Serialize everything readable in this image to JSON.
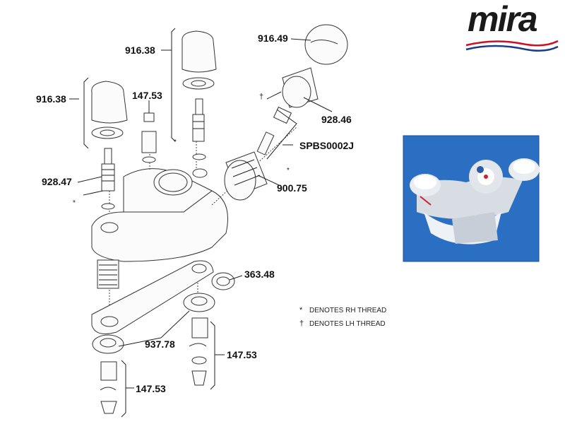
{
  "brand": {
    "name": "mira",
    "text_color": "#1a1a1a",
    "swoosh_red": "#cc1122",
    "swoosh_blue": "#1a3a8c"
  },
  "parts": {
    "p916_38_top": "916.38",
    "p916_38_left": "916.38",
    "p916_49": "916.49",
    "p147_53_top": "147.53",
    "p147_53_right": "147.53",
    "p147_53_bottom": "147.53",
    "p928_46": "928.46",
    "p928_47": "928.47",
    "spbs": "SPBS0002J",
    "p900_75": "900.75",
    "p363_48": "363.48",
    "p937_78": "937.78"
  },
  "legend": {
    "rh_symbol": "*",
    "rh_text": "DENOTES RH THREAD",
    "lh_symbol": "†",
    "lh_text": "DENOTES LH THREAD"
  },
  "markers": {
    "star": "*",
    "dagger": "†"
  },
  "photo": {
    "background": "#2b6fc2"
  }
}
